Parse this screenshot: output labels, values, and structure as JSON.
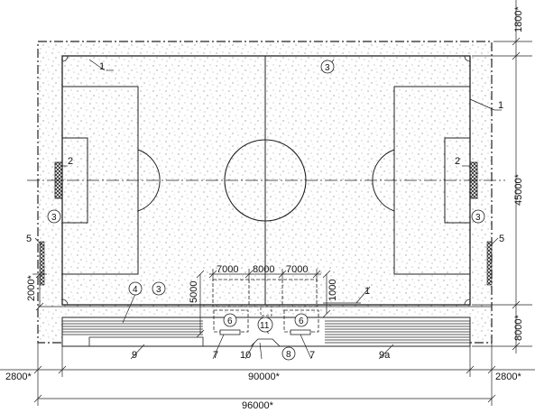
{
  "dimensions": {
    "top_margin": "1800*",
    "field_width": "45000*",
    "bottom_strip": "8000*",
    "left_side": "2800*",
    "right_side": "2800*",
    "field_length": "90000*",
    "overall_length": "96000*",
    "zone_left": "7000",
    "zone_mid": "8000",
    "zone_right": "7000",
    "left_offset": "2000*",
    "zone_depth": "5000",
    "zone_small": "1000"
  },
  "callouts": {
    "c1": "1",
    "c2": "2",
    "c3": "3",
    "c4": "4",
    "c5": "5",
    "c6": "6",
    "c7": "7",
    "c8": "8",
    "c9": "9",
    "c9a": "9a",
    "c10": "10",
    "c11": "11"
  }
}
